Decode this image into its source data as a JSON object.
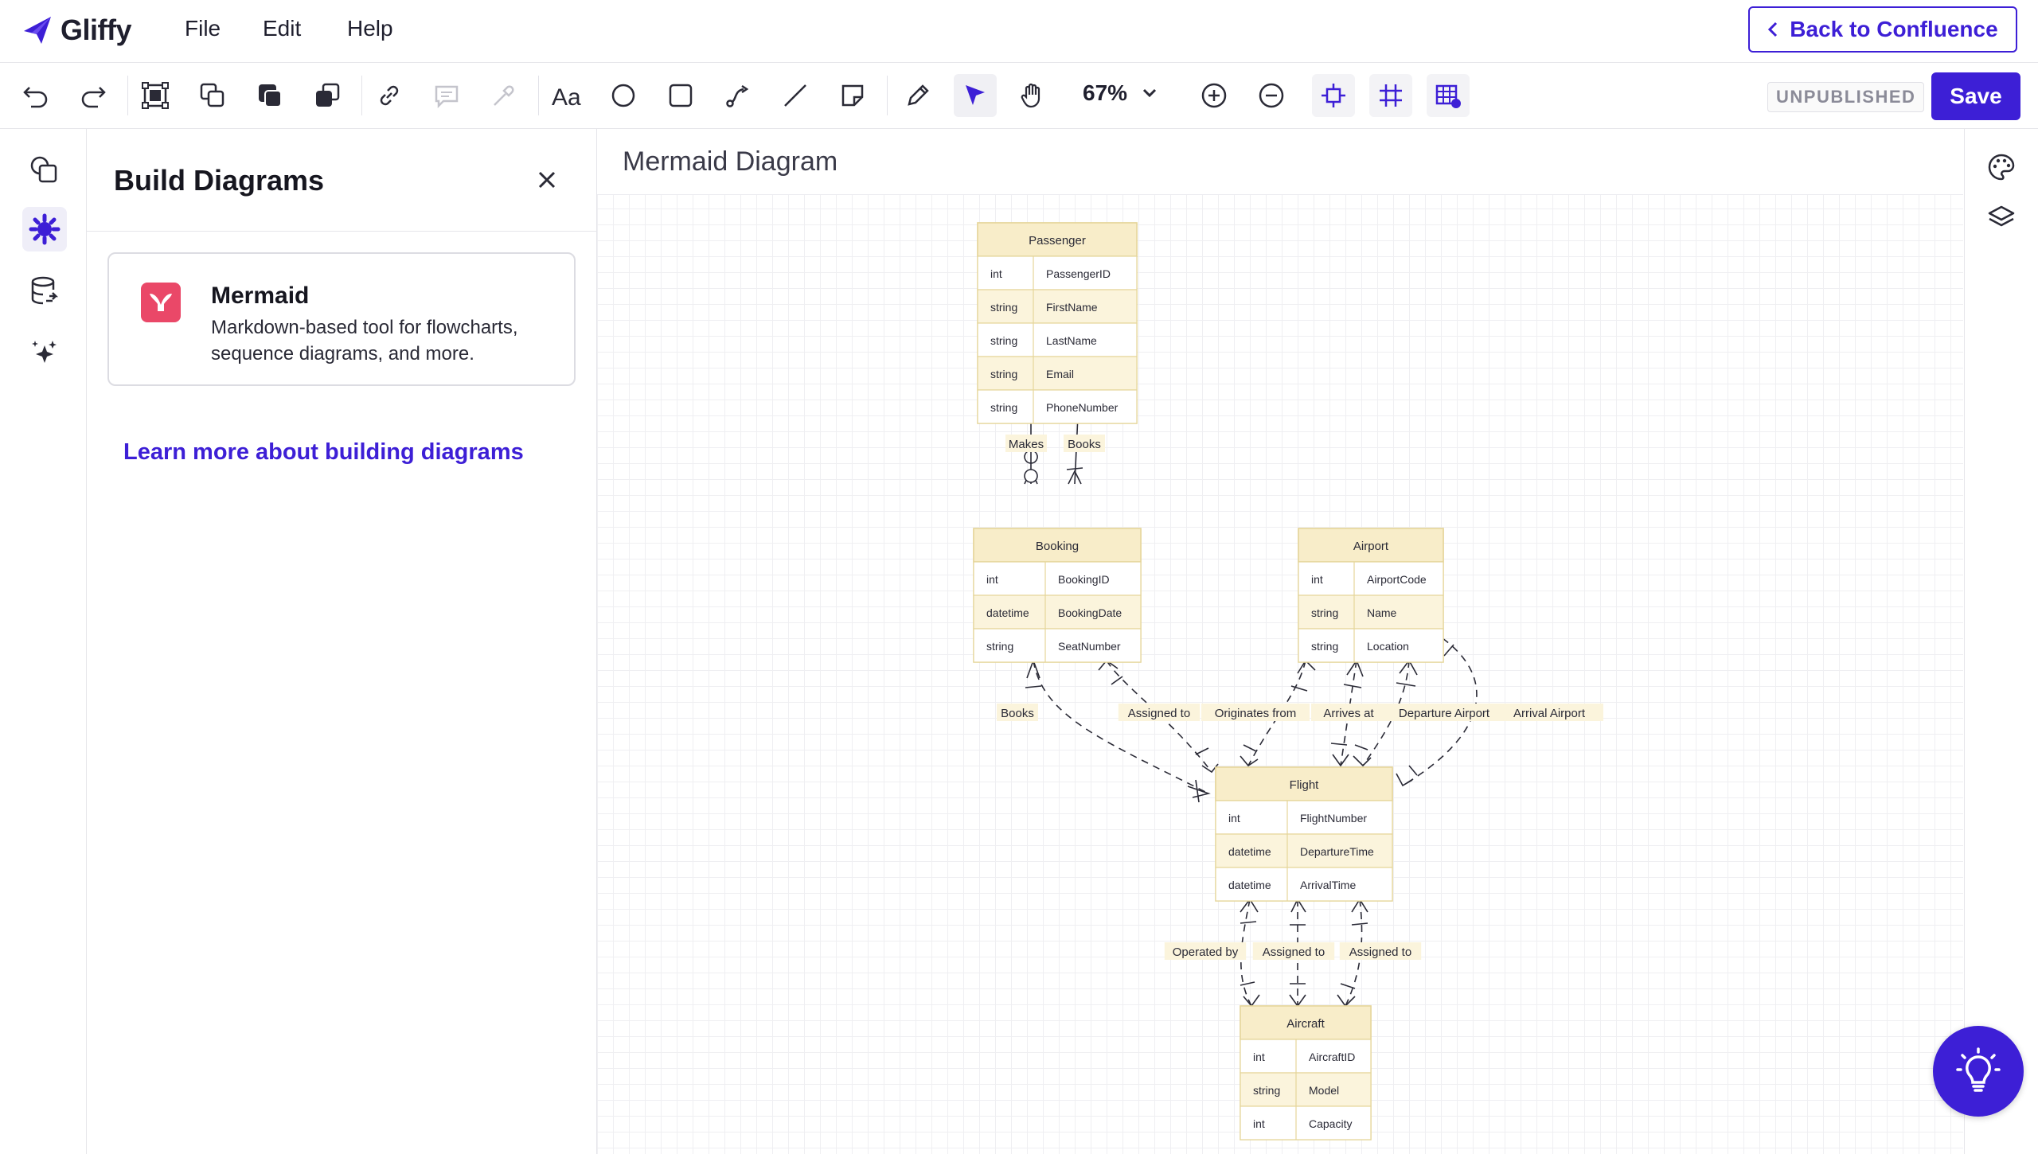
{
  "app": {
    "name": "Gliffy"
  },
  "menu": {
    "file": "File",
    "edit": "Edit",
    "help": "Help",
    "back": "Back to Confluence"
  },
  "toolbar": {
    "zoom": "67%",
    "status": "UNPUBLISHED",
    "save": "Save"
  },
  "panel": {
    "title": "Build Diagrams",
    "card": {
      "title": "Mermaid",
      "desc": "Markdown-based tool for flowcharts, sequence diagrams, and more."
    },
    "link": "Learn more about building diagrams"
  },
  "canvas": {
    "title": "Mermaid Diagram"
  },
  "diagram": {
    "entities": [
      {
        "name": "Passenger",
        "attrs": [
          [
            "int",
            "PassengerID"
          ],
          [
            "string",
            "FirstName"
          ],
          [
            "string",
            "LastName"
          ],
          [
            "string",
            "Email"
          ],
          [
            "string",
            "PhoneNumber"
          ]
        ]
      },
      {
        "name": "Booking",
        "attrs": [
          [
            "int",
            "BookingID"
          ],
          [
            "datetime",
            "BookingDate"
          ],
          [
            "string",
            "SeatNumber"
          ]
        ]
      },
      {
        "name": "Airport",
        "attrs": [
          [
            "int",
            "AirportCode"
          ],
          [
            "string",
            "Name"
          ],
          [
            "string",
            "Location"
          ]
        ]
      },
      {
        "name": "Flight",
        "attrs": [
          [
            "int",
            "FlightNumber"
          ],
          [
            "datetime",
            "DepartureTime"
          ],
          [
            "datetime",
            "ArrivalTime"
          ]
        ]
      },
      {
        "name": "Aircraft",
        "attrs": [
          [
            "int",
            "AircraftID"
          ],
          [
            "string",
            "Model"
          ],
          [
            "int",
            "Capacity"
          ]
        ]
      }
    ],
    "relations": [
      "Makes",
      "Books",
      "Books",
      "Assigned to",
      "Originates from",
      "Arrives at",
      "Departure Airport",
      "Arrival Airport",
      "Operated by",
      "Assigned to",
      "Assigned to"
    ]
  },
  "colors": {
    "accent": "#3d1fd6",
    "entity_fill": "#fbf4dc",
    "entity_header": "#f8edc9",
    "entity_border": "#e5d59a",
    "mermaid": "#ea4868"
  },
  "icons": [
    "undo-icon",
    "redo-icon",
    "group-icon",
    "bring-forward-icon",
    "send-backward-icon",
    "duplicate-icon",
    "link-icon",
    "comment-icon",
    "eyedropper-icon",
    "text-icon",
    "ellipse-icon",
    "rectangle-icon",
    "connector-icon",
    "line-icon",
    "sticky-note-icon",
    "pen-icon",
    "pointer-icon",
    "hand-icon",
    "zoom-in-icon",
    "zoom-out-icon",
    "fit-icon",
    "grid-icon",
    "table-icon",
    "shapes-icon",
    "plugin-icon",
    "data-icon",
    "ai-sparkle-icon",
    "palette-icon",
    "layers-icon",
    "lightbulb-icon"
  ]
}
